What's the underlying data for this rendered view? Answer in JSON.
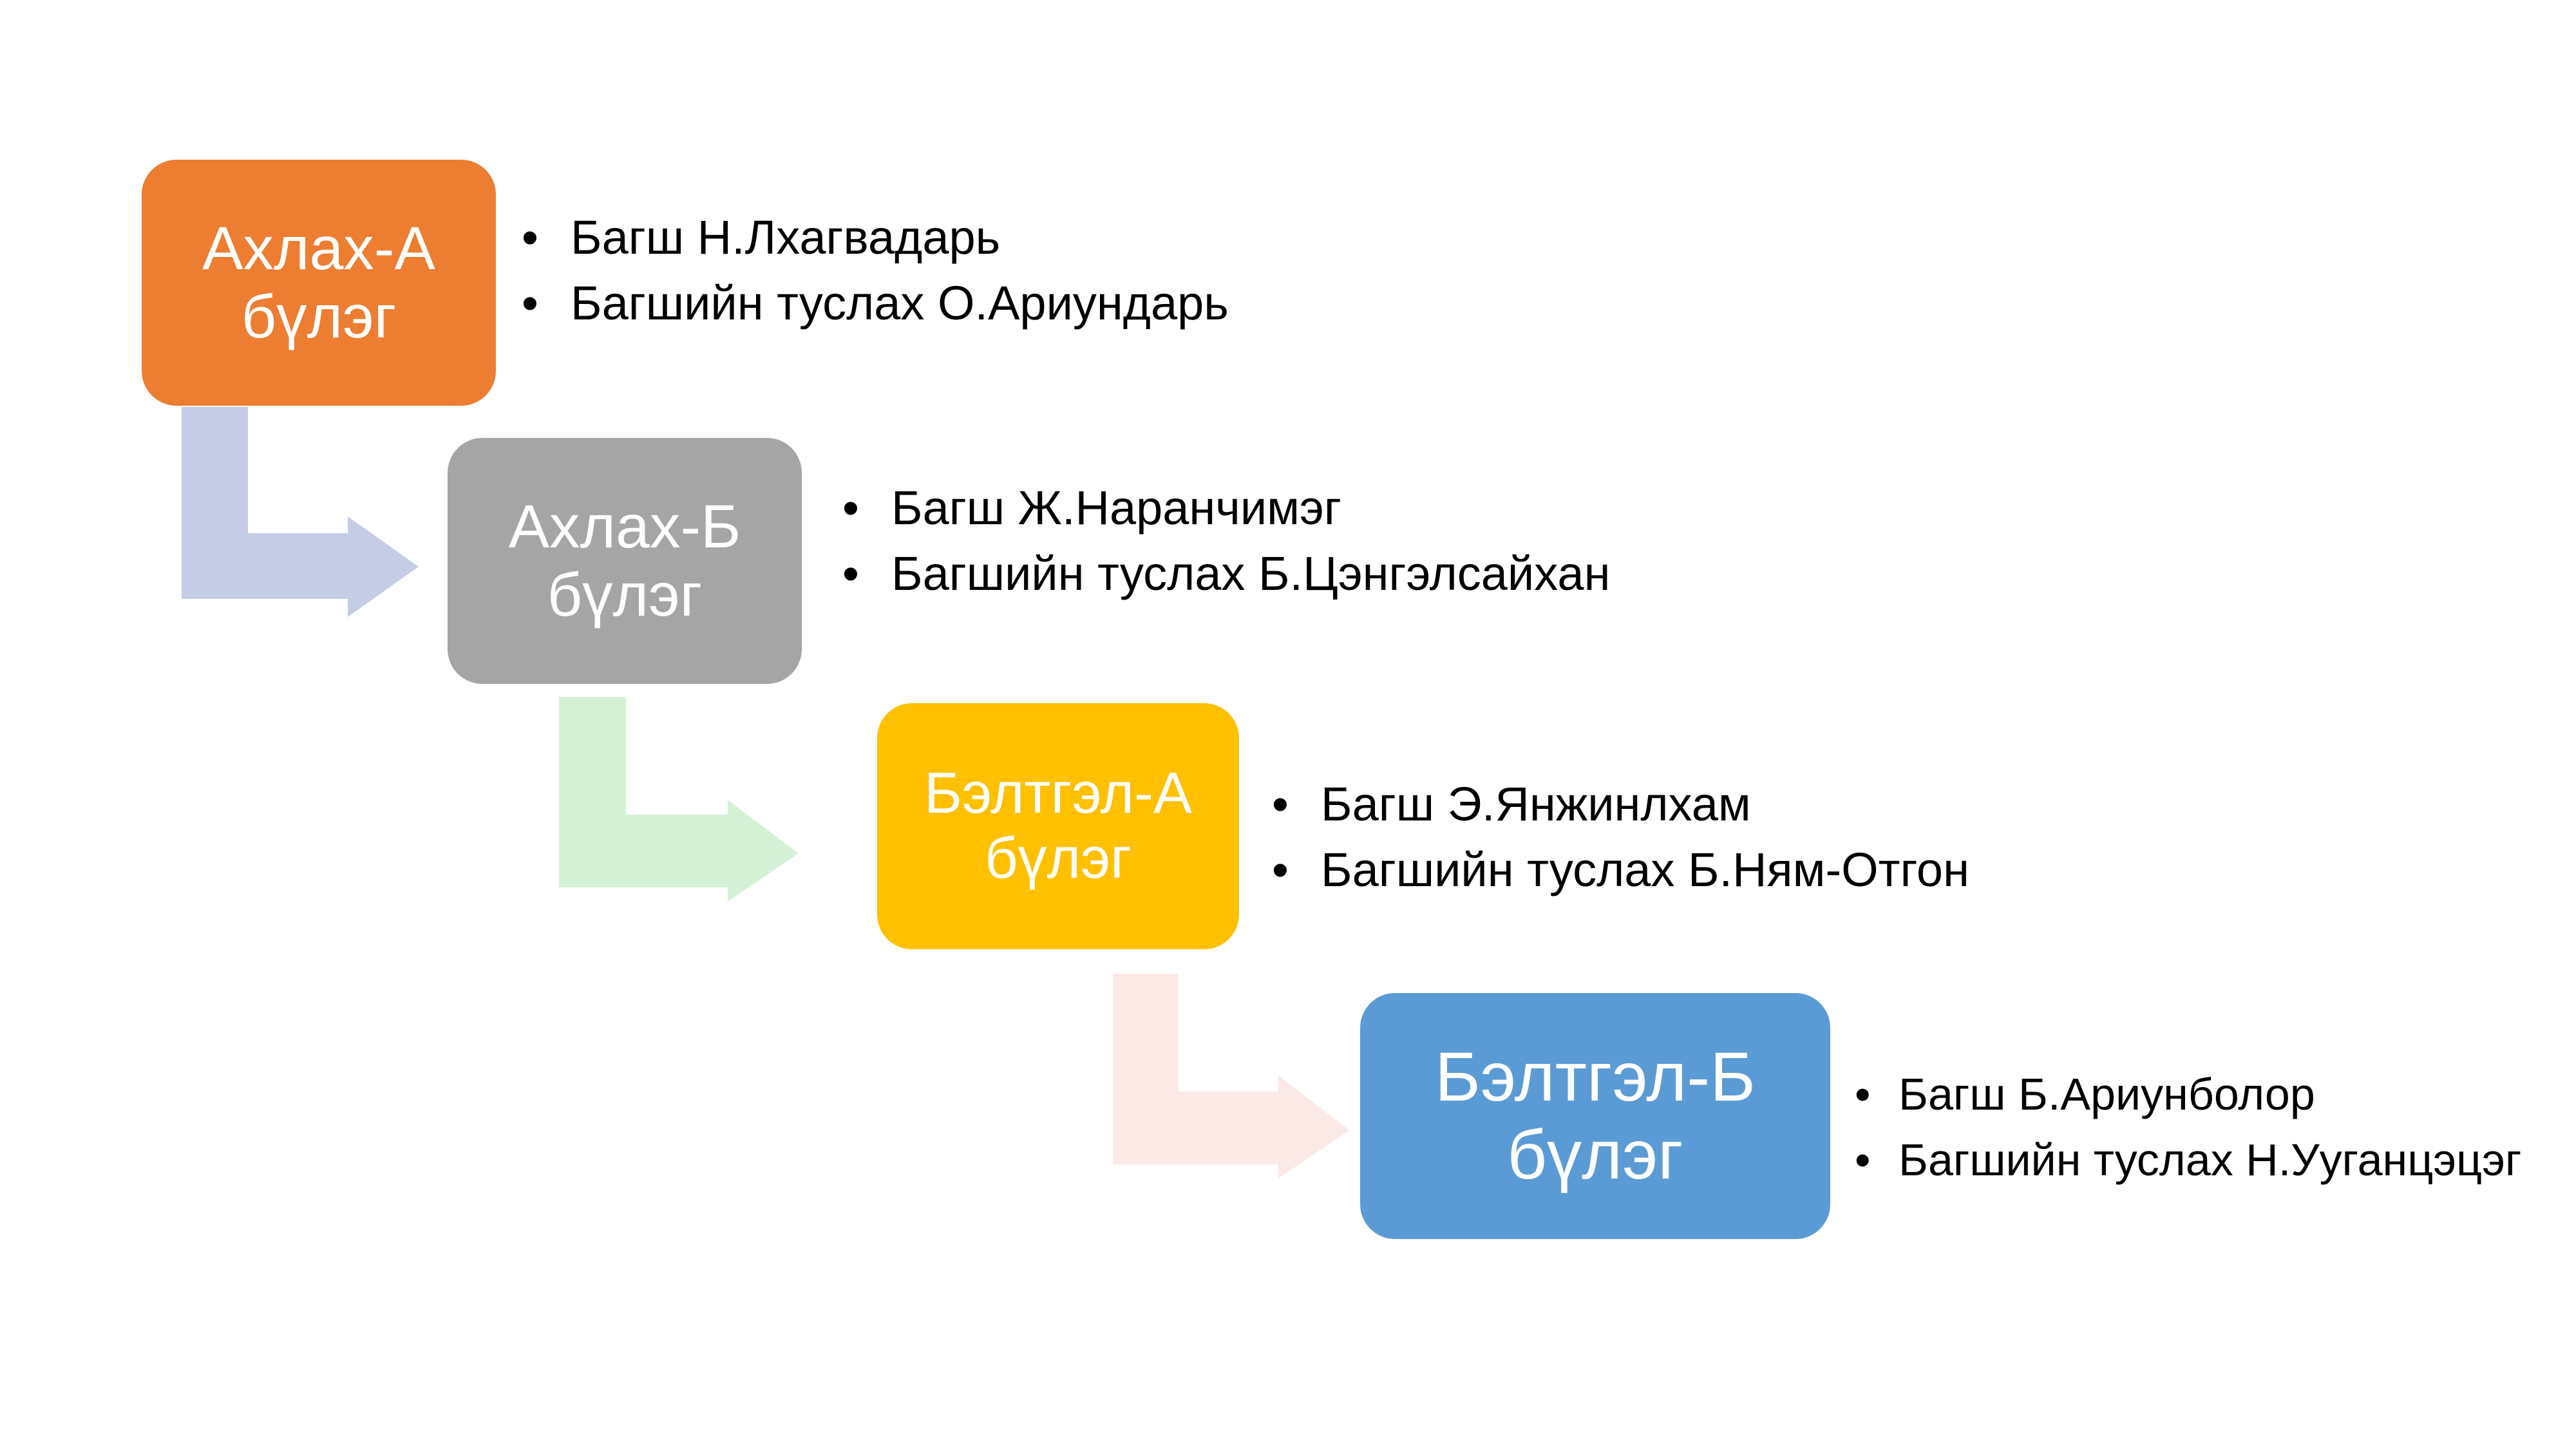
{
  "groups": [
    {
      "line1": "Ахлах-А",
      "line2": "бүлэг",
      "color": "#ED7D31",
      "members": [
        "Багш Н.Лхагвадарь",
        "Багшийн туслах О.Ариундарь"
      ]
    },
    {
      "line1": "Ахлах-Б",
      "line2": "бүлэг",
      "color": "#A5A5A5",
      "members": [
        "Багш Ж.Наранчимэг",
        "Багшийн туслах Б.Цэнгэлсайхан"
      ]
    },
    {
      "line1": "Бэлтгэл-А",
      "line2": "бүлэг",
      "color": "#FFC000",
      "members": [
        "Багш Э.Янжинлхам",
        "Багшийн туслах Б.Ням-Отгон"
      ]
    },
    {
      "line1": "Бэлтгэл-Б",
      "line2": "бүлэг",
      "color": "#5B9BD5",
      "members": [
        "Багш Б.Ариунболор",
        "Багшийн туслах Н.Ууганцэцэг"
      ]
    }
  ],
  "arrow_colors": [
    "#C5CCE6",
    "#D4F1D6",
    "#FBE9E5"
  ],
  "bullet_symbol": "•"
}
